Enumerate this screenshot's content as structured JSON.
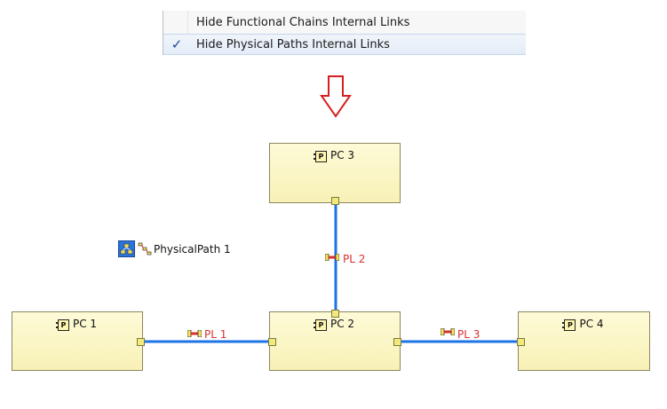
{
  "menu": {
    "items": [
      {
        "label": "Hide Functional Chains Internal Links",
        "checked": false
      },
      {
        "label": "Hide Physical Paths Internal Links",
        "checked": true
      }
    ]
  },
  "arrow": {
    "icon": "down-arrow-icon"
  },
  "nodes": {
    "pc1": {
      "label": "PC 1"
    },
    "pc2": {
      "label": "PC 2"
    },
    "pc3": {
      "label": "PC 3"
    },
    "pc4": {
      "label": "PC 4"
    }
  },
  "links": {
    "pl1": {
      "label": "PL 1"
    },
    "pl2": {
      "label": "PL 2"
    },
    "pl3": {
      "label": "PL 3"
    }
  },
  "path": {
    "label": "PhysicalPath 1"
  },
  "colors": {
    "link": "#1e73e6",
    "link_label": "#d83030",
    "arrow": "#d62020",
    "node_fill": "#fbf6c4"
  },
  "node_icon_letter": "P",
  "check_glyph": "✓"
}
